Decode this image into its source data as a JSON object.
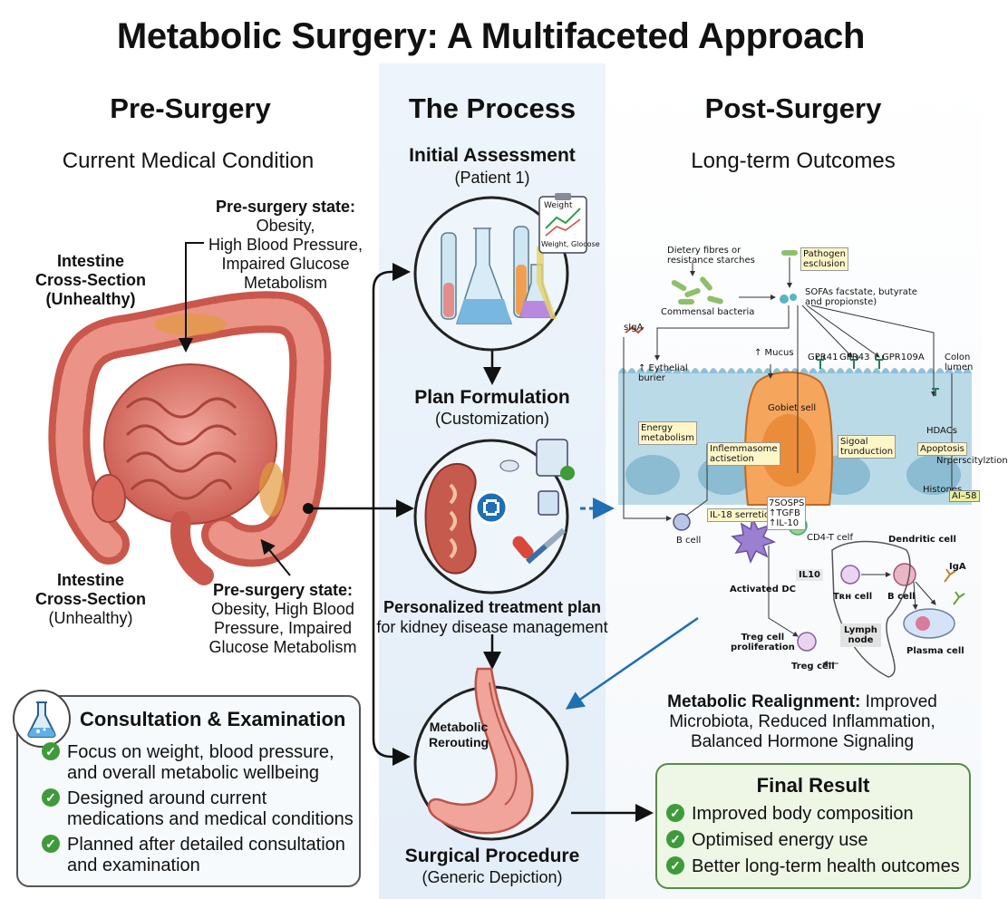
{
  "title": "Metabolic Surgery: A Multifaceted Approach",
  "pre": {
    "heading": "Pre-Surgery",
    "subheading": "Current Medical Condition",
    "state_top_title": "Pre-surgery state:",
    "state_top_lines": [
      "Obesity,",
      "High Blood Pressure,",
      "Impaired Glucose",
      "Metabolism"
    ],
    "intestine_top_label": [
      "Intestine",
      "Cross-Section",
      "(Unhealthy)"
    ],
    "intestine_bottom_label": [
      "Intestine",
      "Cross-Section",
      "(Unhealthy)"
    ],
    "state_bottom_title": "Pre-surgery state:",
    "state_bottom_lines": [
      "Obesity, High Blood",
      "Pressure, Impaired",
      "Glucose Metabolism"
    ]
  },
  "consult": {
    "title": "Consultation & Examination",
    "items": [
      [
        "Focus on weight, blood pressure,",
        "and overall metabolic wellbeing"
      ],
      [
        "Designed around current",
        "medications and medical conditions"
      ],
      [
        "Planned after detailed consultation",
        "and examination"
      ]
    ]
  },
  "process": {
    "heading": "The Process",
    "step1_title": "Initial Assessment",
    "step1_sub": "(Patient 1)",
    "clipboard_top": "Weight",
    "clipboard_bottom": "Weight, Glocose",
    "step2_title": "Plan Formulation",
    "step2_sub": "(Customization)",
    "plan_line1": "Personalized treatment plan",
    "plan_line2": "for kidney disease management",
    "stomach_label": [
      "Metabolic",
      "Rerouting"
    ],
    "step3_title": "Surgical Procedure",
    "step3_sub": "(Generic Depiction)"
  },
  "post": {
    "heading": "Post-Surgery",
    "subheading": "Long-term Outcomes",
    "diagram": {
      "dietary": [
        "Dietery fibres or",
        "resistance starches"
      ],
      "commensal": "Commensal bacteria",
      "pathogen": [
        "Pathogen",
        "esclusion"
      ],
      "scfa": [
        "SOFAs facstate, butyrate",
        "and propionste)"
      ],
      "siga": "sIgA",
      "epithelial": [
        "↑ Eythelial",
        "burier"
      ],
      "mucus": "↑ Mucus",
      "gpr41": "GPR41",
      "gpr43": "GPR43",
      "gpr109a": "GPR109A",
      "colon": [
        "Colon",
        "lumen"
      ],
      "goblet": "Gobiet sell",
      "energy": [
        "Energy",
        "metabolism"
      ],
      "inflammasome": [
        "Inflemmasome",
        "actisetion"
      ],
      "signal": [
        "Sigoal",
        "trunduction"
      ],
      "hdacs": "HDACs",
      "apoptosis": "Apoptosis",
      "hyper": "Nrperscitylztion",
      "histones": "Histones",
      "ai58": "AI–58",
      "il18": "IL-18 serretion",
      "cytokines": [
        "7SOSPS",
        "↑TGFB",
        "↑IL-10"
      ],
      "bcell_top": "B cell",
      "cd4": "CD4-T celf",
      "dendritic": "Dendritic cell",
      "activated": "Activated DC",
      "il10": "IL10",
      "th_cell": "Tʀʜ cell",
      "b_cell": "B cell",
      "iga": "IgA",
      "treg_prolif": [
        "Treg cell",
        "proliferation"
      ],
      "lymph": [
        "Lymph",
        "node"
      ],
      "plasma": "Plasma cell",
      "treg": "Treg cell"
    },
    "realign_bold": "Metabolic Realignment:",
    "realign_rest1": " Improved",
    "realign_line2": "Microbiota, Reduced Inflammation,",
    "realign_line3": "Balanced Hormone Signaling"
  },
  "final": {
    "title": "Final Result",
    "items": [
      "Improved body composition",
      "Optimised energy use",
      "Better long-term health outcomes"
    ]
  },
  "colors": {
    "accent_blue": "#1f6fb2",
    "check_green": "#3f9b3a",
    "final_bg": "#eef7e6"
  }
}
